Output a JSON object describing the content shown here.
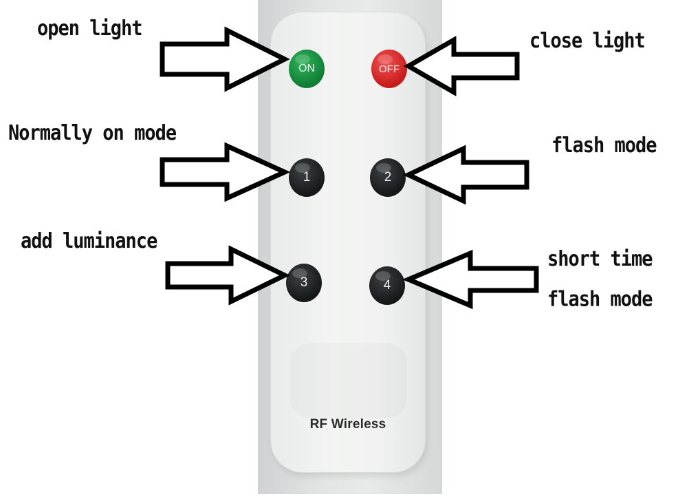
{
  "remote": {
    "brand_text": "RF Wireless",
    "buttons": [
      {
        "key": "on",
        "label": "ON",
        "color": "#139a43"
      },
      {
        "key": "off",
        "label": "OFF",
        "color": "#d92424"
      },
      {
        "key": "1",
        "label": "1",
        "color": "#1f2326"
      },
      {
        "key": "2",
        "label": "2",
        "color": "#1f2326"
      },
      {
        "key": "3",
        "label": "3",
        "color": "#1f2326"
      },
      {
        "key": "4",
        "label": "4",
        "color": "#1f2326"
      }
    ]
  },
  "callouts": {
    "open_light": "open light",
    "close_light": "close light",
    "normally_on_mode": "Normally on mode",
    "flash_mode": "flash mode",
    "add_luminance": "add luminance",
    "short_time_flash_mode_line1": "short time",
    "short_time_flash_mode_line2": "flash mode"
  }
}
